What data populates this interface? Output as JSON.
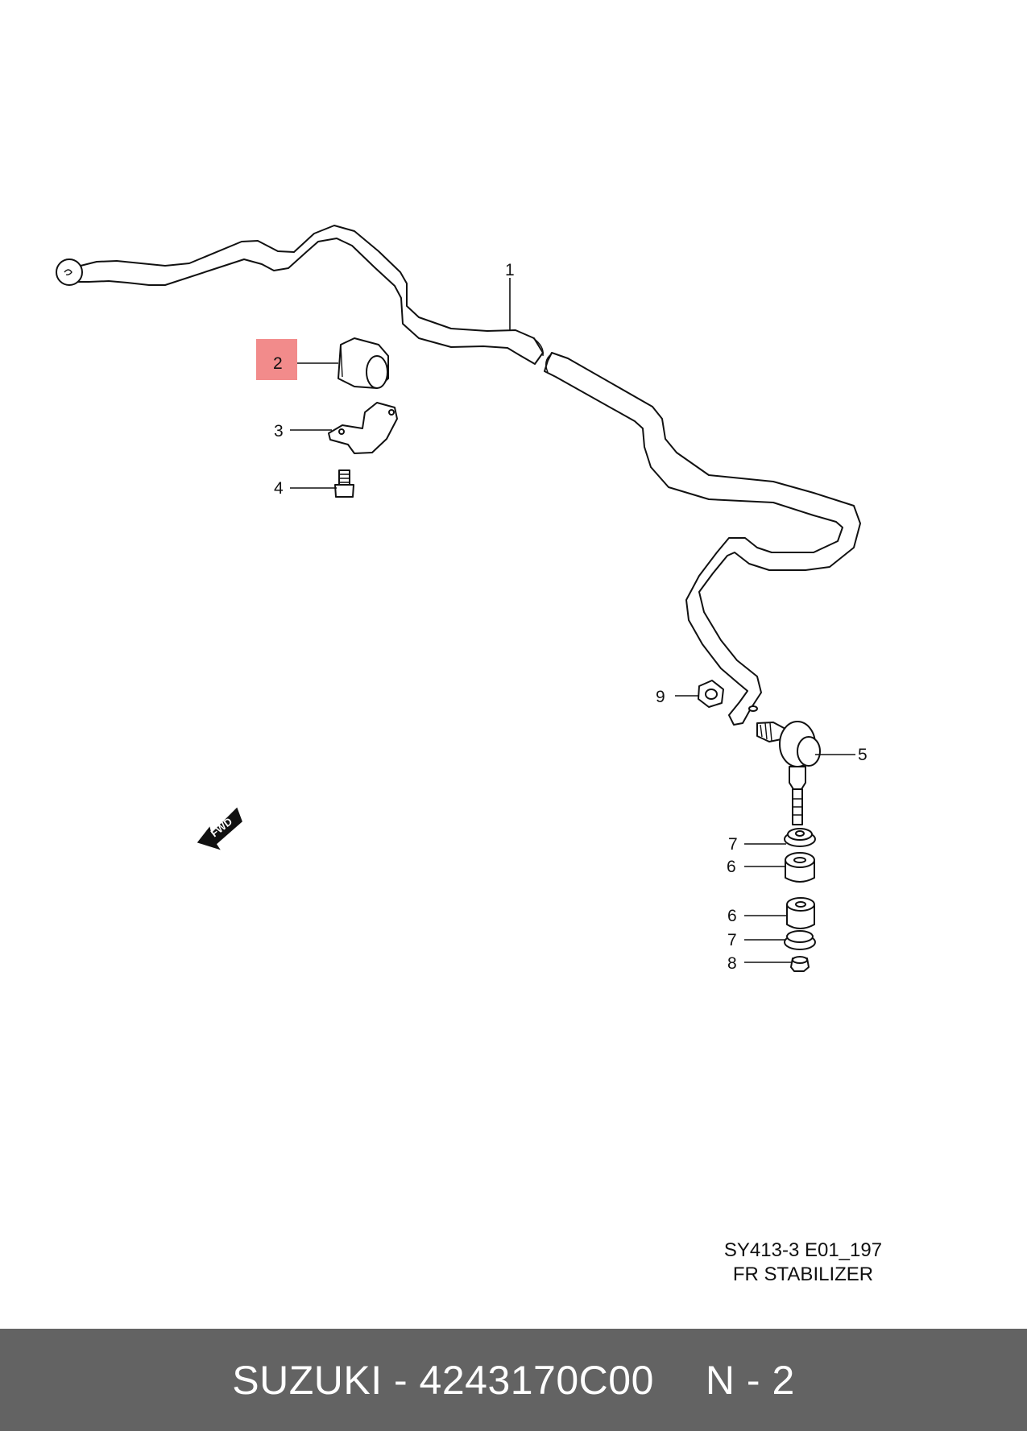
{
  "diagram": {
    "callouts": {
      "p1": "1",
      "p2": "2",
      "p3": "3",
      "p4": "4",
      "p5": "5",
      "p6a": "6",
      "p6b": "6",
      "p7a": "7",
      "p7b": "7",
      "p8": "8",
      "p9": "9"
    },
    "highlighted_callout": "2",
    "highlight_color": "#f28b8b",
    "fwd_label": "FWD",
    "caption": {
      "code": "SY413-3 E01_197",
      "name": "FR STABILIZER"
    }
  },
  "footer": {
    "brand_part": "SUZUKI - 4243170C00",
    "position": "N - 2",
    "background": "#636363"
  }
}
